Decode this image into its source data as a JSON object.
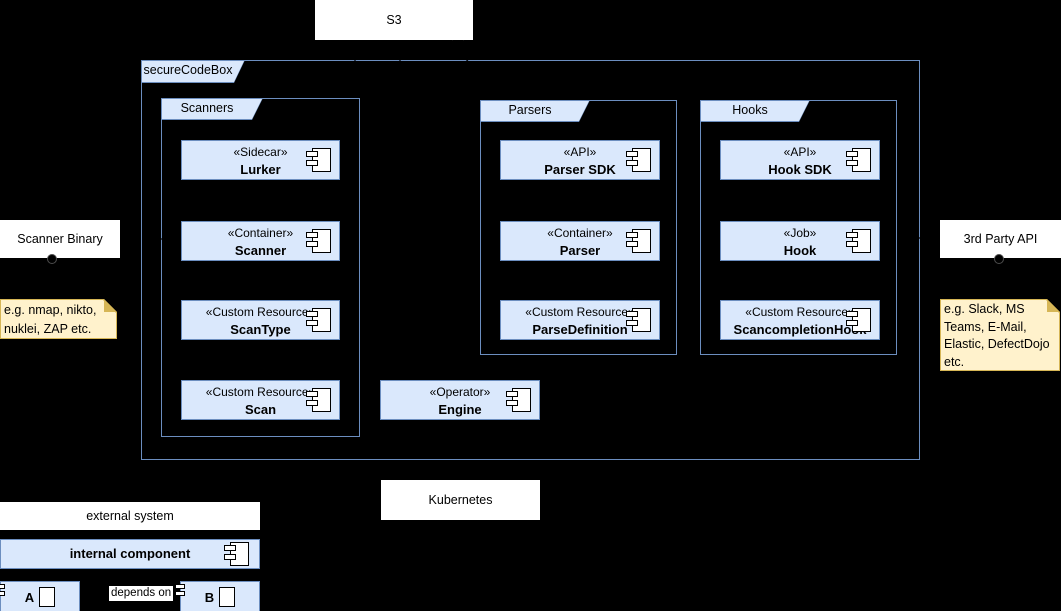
{
  "colors": {
    "background": "#000000",
    "component_fill": "#dae8fc",
    "component_border": "#6c8ebf",
    "note_fill": "#fff2cc",
    "note_border": "#d6b656",
    "node_fill": "#ffffff",
    "text": "#000000"
  },
  "container": {
    "label": "secureCodeBox"
  },
  "groups": {
    "scanners": {
      "label": "Scanners",
      "components": [
        {
          "stereotype": "«Sidecar»",
          "name": "Lurker"
        },
        {
          "stereotype": "«Container»",
          "name": "Scanner"
        },
        {
          "stereotype": "«Custom Resource»",
          "name": "ScanType"
        },
        {
          "stereotype": "«Custom Resource»",
          "name": "Scan"
        }
      ]
    },
    "parsers": {
      "label": "Parsers",
      "components": [
        {
          "stereotype": "«API»",
          "name": "Parser SDK"
        },
        {
          "stereotype": "«Container»",
          "name": "Parser"
        },
        {
          "stereotype": "«Custom Resource»",
          "name": "ParseDefinition"
        }
      ]
    },
    "hooks": {
      "label": "Hooks",
      "components": [
        {
          "stereotype": "«API»",
          "name": "Hook SDK"
        },
        {
          "stereotype": "«Job»",
          "name": "Hook"
        },
        {
          "stereotype": "«Custom Resource»",
          "name": "ScancompletionHook"
        }
      ]
    }
  },
  "engine": {
    "stereotype": "«Operator»",
    "name": "Engine"
  },
  "nodes": {
    "s3": "S3",
    "kubernetes": "Kubernetes",
    "scanner_binary": "Scanner Binary",
    "third_party_api": "3rd Party API"
  },
  "notes": {
    "scanner_examples": "e.g. nmap, nikto, nuklei, ZAP etc.",
    "third_party_examples": "e.g. Slack, MS Teams, E-Mail, Elastic, DefectDojo etc."
  },
  "legend": {
    "external_system": "external system",
    "internal_component": "internal component",
    "component_a": "A",
    "component_b": "B",
    "depends_on": "depends on"
  }
}
